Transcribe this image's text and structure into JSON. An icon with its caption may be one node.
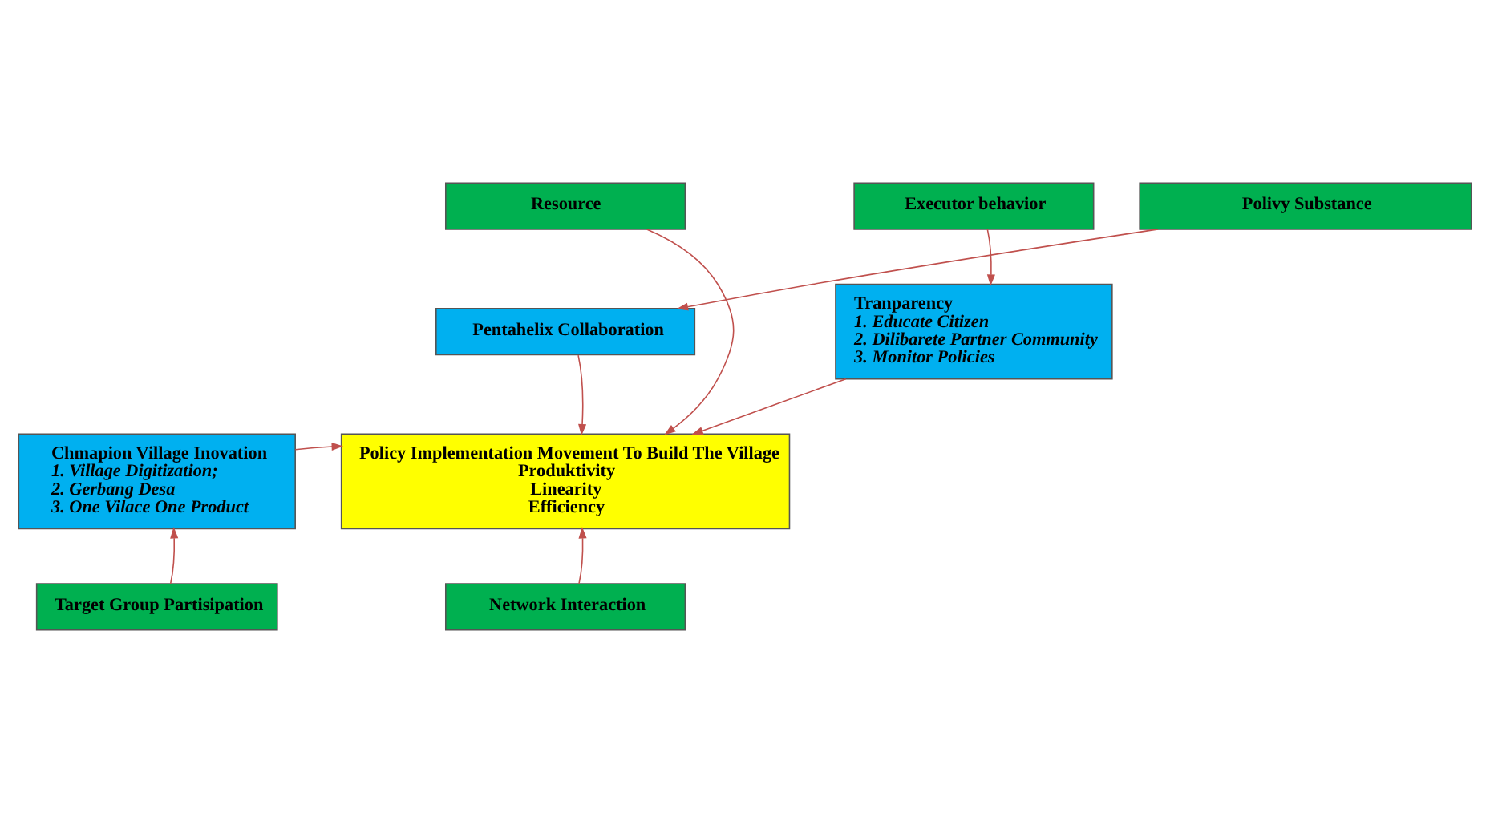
{
  "diagram": {
    "nodes": [
      {
        "text": [
          "Resource"
        ]
      },
      {
        "text": [
          "Polivy Substance"
        ]
      },
      {
        "text": [
          "Executor behavior"
        ]
      },
      {
        "text": [
          "Pentahelix Collaboration"
        ]
      },
      {
        "text": [
          "Tranparency",
          "1. Educate Citizen",
          "2. Dilibarete Partner Community",
          "3. Monitor Policies"
        ]
      },
      {
        "text": [
          "Chmapion Village Inovation",
          "1. Village Digitization;",
          "2. Gerbang Desa",
          "3. One Vilace One Product"
        ]
      },
      {
        "text": [
          "Policy Implementation Movement To Build The Village",
          "Produktivity",
          "Linearity",
          "Efficiency"
        ]
      },
      {
        "text": [
          "Target Group Partisipation"
        ]
      },
      {
        "text": [
          "Network Interaction"
        ]
      }
    ],
    "edges": [
      {
        "from": 0,
        "to": 6,
        "arrow": "to"
      },
      {
        "from": 1,
        "to": 3,
        "arrow": "to"
      },
      {
        "from": 3,
        "to": 6,
        "arrow": "to"
      },
      {
        "from": 2,
        "to": 4,
        "arrow": "to"
      },
      {
        "from": 4,
        "to": 6,
        "arrow": "to"
      },
      {
        "from": 5,
        "to": 6,
        "arrow": "to"
      },
      {
        "from": 7,
        "to": 5,
        "arrow": "to"
      },
      {
        "from": 8,
        "to": 6,
        "arrow": "to"
      }
    ]
  }
}
